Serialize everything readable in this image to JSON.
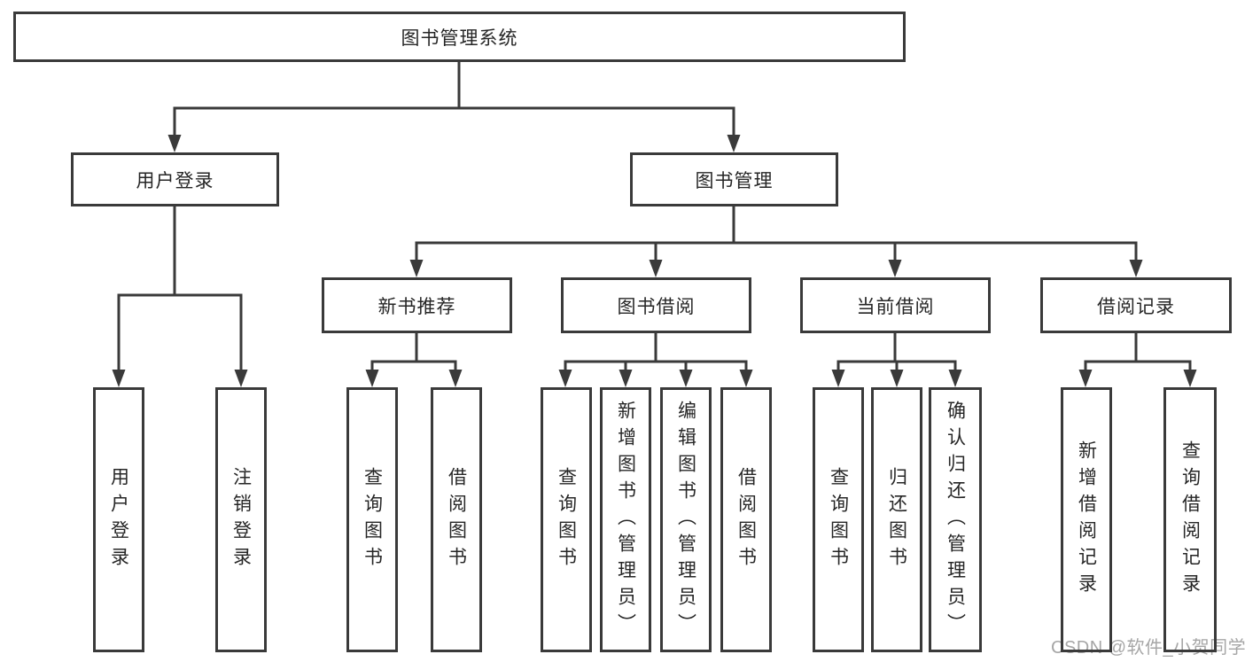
{
  "colors": {
    "line": "#3a3a3a",
    "text": "#262626",
    "box_background": "#ffffff",
    "watermark": "#a6a6a6"
  },
  "watermark": {
    "text": "CSDN @软件_小贺同学"
  },
  "diagram": {
    "type": "hierarchy",
    "root": {
      "label": "图书管理系统"
    },
    "branches": [
      {
        "label": "用户登录",
        "children": [
          {
            "label": "用户登录"
          },
          {
            "label": "注销登录"
          }
        ]
      },
      {
        "label": "图书管理",
        "children": [
          {
            "label": "新书推荐",
            "children": [
              {
                "label": "查询图书"
              },
              {
                "label": "借阅图书"
              }
            ]
          },
          {
            "label": "图书借阅",
            "children": [
              {
                "label": "查询图书"
              },
              {
                "label": "新增图书（管理员）"
              },
              {
                "label": "编辑图书（管理员）"
              },
              {
                "label": "借阅图书"
              }
            ]
          },
          {
            "label": "当前借阅",
            "children": [
              {
                "label": "查询图书"
              },
              {
                "label": "归还图书"
              },
              {
                "label": "确认归还（管理员）"
              }
            ]
          },
          {
            "label": "借阅记录",
            "children": [
              {
                "label": "新增借阅记录"
              },
              {
                "label": "查询借阅记录"
              }
            ]
          }
        ]
      }
    ]
  }
}
